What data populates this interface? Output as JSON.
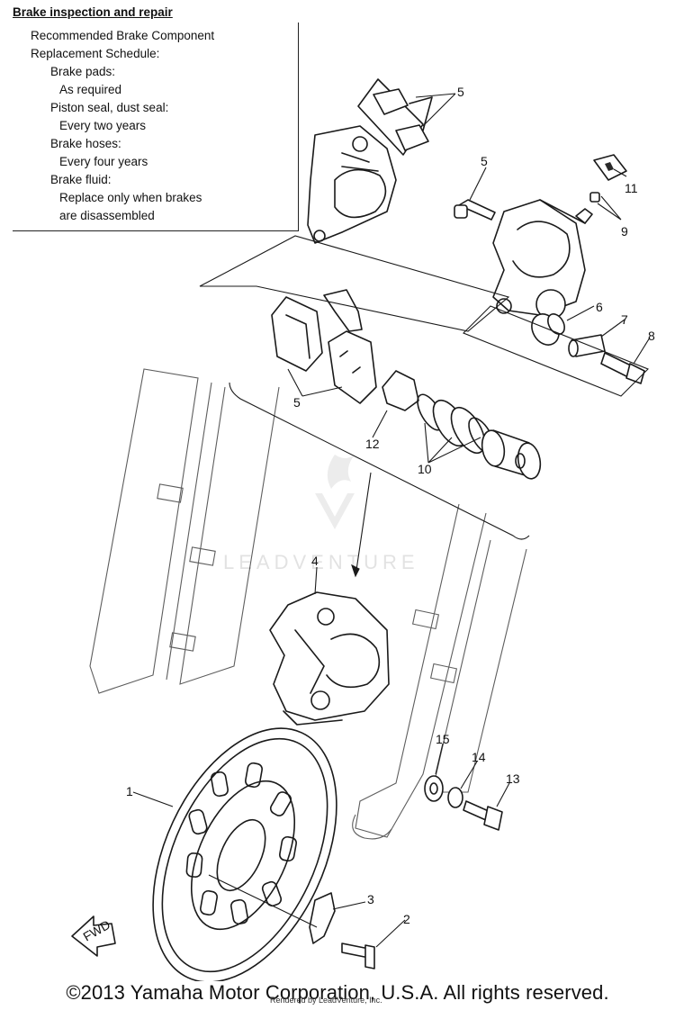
{
  "title": "Brake inspection and repair",
  "schedule": {
    "heading1": "Recommended Brake Component",
    "heading2": "Replacement Schedule:",
    "items": [
      {
        "part": "Brake pads:",
        "interval": "As required"
      },
      {
        "part": "Piston seal, dust seal:",
        "interval": "Every two years"
      },
      {
        "part": "Brake hoses:",
        "interval": "Every four years"
      },
      {
        "part": "Brake fluid:",
        "interval": "Replace only when brakes"
      }
    ],
    "extra_line": "are disassembled"
  },
  "callouts": [
    "5",
    "5",
    "11",
    "9",
    "6",
    "7",
    "8",
    "5",
    "12",
    "10",
    "4",
    "15",
    "14",
    "13",
    "1",
    "3",
    "2"
  ],
  "fwd_label": "FWD",
  "watermark": "LEADVENTURE",
  "copyright": "©2013 Yamaha Motor Corporation, U.S.A. All rights reserved.",
  "rendered_by": "Rendered by LeadVenture, Inc."
}
